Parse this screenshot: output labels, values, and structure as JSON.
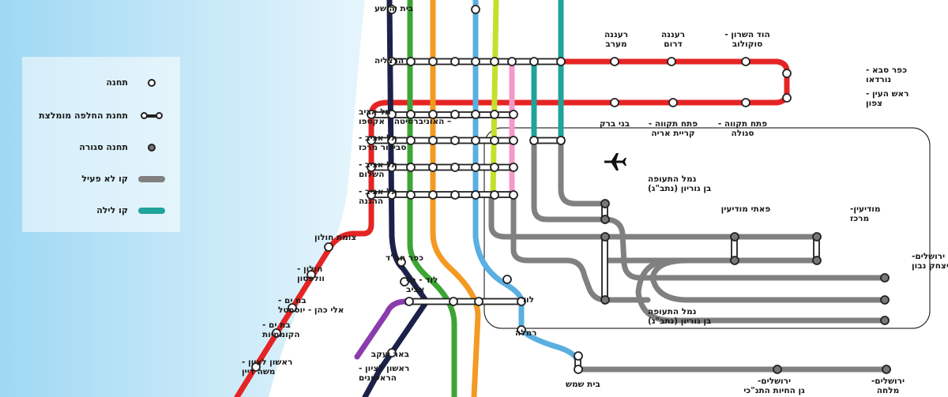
{
  "legend": {
    "station": "תחנה",
    "interchange": "תחנת החלפה מומלצת",
    "closed_station": "תחנה סגורה",
    "inactive_line": "קו לא פעיל",
    "night_line": "קו לילה"
  },
  "colors": {
    "red": "#e52424",
    "navy": "#1c2149",
    "green": "#3da535",
    "orange": "#f39a22",
    "light_blue": "#5aafe0",
    "lime": "#c4e02c",
    "pink": "#f49ac8",
    "teal": "#1fa39a",
    "purple": "#8a3cad",
    "gray": "#808080",
    "sea": "#a8dcf4"
  },
  "stations": {
    "beit_yehoshua": "בית יהושע",
    "herzliya": "הרצליה",
    "raanana_west": "רעננה\nמערב",
    "raanana_south": "רעננה\nדרום",
    "hod_hasharon": "הוד השרון -\nסוקולוב",
    "kfar_saba": "כפר סבא -\nנורדאו",
    "rosh_haayin": "ראש העין -\nצפון",
    "bnei_brak": "בני ברק",
    "pt_kiryat_arye": "פתח תקווה -\nקריית אריה",
    "pt_segula": "פתח תקווה -\nסגולה",
    "ta_university": "תל אביב\n– האוניברסיטה - אקספו",
    "ta_savidor": "תל אביב -\nסבידור מרכז",
    "ta_hashalom": "תל אביב -\nהשלום",
    "ta_hahagana": "תל אביב -\nההגנה",
    "ben_gurion_1": "נמל התעופה\nבן גוריון (נתב\"ג)",
    "ben_gurion_2": "נמל התעופה\nבן גוריון (נתב\"ג)",
    "paatei_modiin": "פאתי מודיעין",
    "modiin_center": "מודיעין-\nמרכז",
    "jerusalem_navon": "ירושלים-\nיצחק נבון",
    "holon_junction": "צומת חולון",
    "holon_wolfson": "חולון -\nוולפסון",
    "bat_yam_yoseftal": "בת ים -\nאלי כהן - יוספטל",
    "bat_yam_komemiyut": "בת ים -\nהקוממיות",
    "rishon_moshe_dayan": "ראשון לציון -\nמשה דיין",
    "kfar_chabad": "כפר חב\"ד",
    "lod_ganei_aviv": "לוד - גני\nאביב",
    "lod": "לוד",
    "ramla": "רמלה",
    "beer_yaakov": "באר יעקב",
    "rishon_rishonim": "ראשון לציון -\nהראשונים",
    "beit_shemesh": "בית שמש",
    "jerusalem_zoo": "ירושלים-\nגן החיות התנ\"כי",
    "jerusalem_malha": "ירושלים-\nמלחה"
  },
  "icons": {
    "airport": "airplane-icon"
  }
}
